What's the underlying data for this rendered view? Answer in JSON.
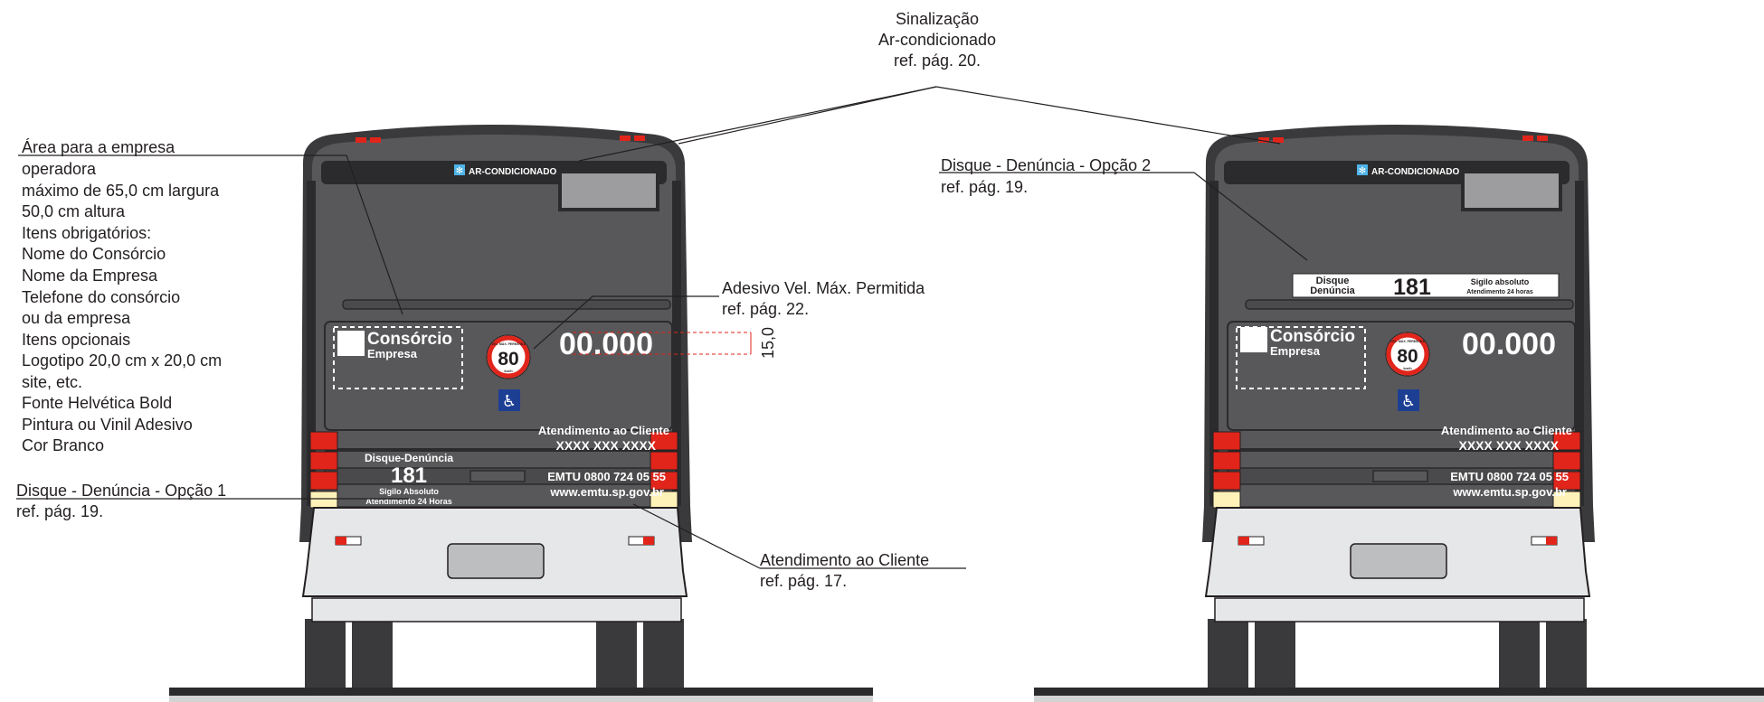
{
  "callouts": {
    "signage": [
      "Sinalização",
      "Ar-condicionado",
      "ref. pág. 20."
    ],
    "operator_area": [
      "Área para a empresa",
      "operadora",
      "máximo de 65,0 cm largura",
      "50,0 cm altura",
      "Itens obrigatórios:",
      "Nome do Consórcio",
      "Nome da Empresa",
      "Telefone do consórcio",
      "ou da empresa",
      "Itens opcionais",
      "Logotipo 20,0 cm x 20,0 cm",
      "site, etc.",
      "Fonte Helvética Bold",
      "Pintura ou Vinil Adesivo",
      "Cor Branco"
    ],
    "speed_sticker": [
      "Adesivo Vel. Máx. Permitida",
      "ref. pág. 22."
    ],
    "dimension": "15,0",
    "denuncia_opt1": [
      "Disque - Denúncia - Opção 1",
      "ref. pág. 19."
    ],
    "customer_service": [
      "Atendimento ao Cliente",
      "ref. pág. 17."
    ],
    "denuncia_opt2": [
      "Disque - Denúncia - Opção 2",
      "ref. pág. 19."
    ]
  },
  "bus": {
    "ac_label": "AR-CONDICIONADO",
    "consortium": "Consórcio",
    "company": "Empresa",
    "speed_limit": "80",
    "speed_small": "VEL. MÁX. PERMITIDA",
    "speed_unit": "km/h",
    "fleet_number": "00.000",
    "service_title": "Atendimento ao Cliente",
    "service_phone": "XXXX XXX XXXX",
    "emtu_phone": "EMTU 0800 724 05 55",
    "emtu_site": "www.emtu.sp.gov.br",
    "denuncia_label": "Disque-Denúncia",
    "denuncia_number": "181",
    "sigilo": "Sigilo Absoluto",
    "atendimento24": "Atendimento 24 Horas",
    "banner_denuncia_1": "Disque",
    "banner_denuncia_2": "Denúncia",
    "banner_number": "181",
    "banner_sigilo": "Sigilo absoluto",
    "banner_24h": "Atendimento 24 horas",
    "wheelchair_icon": "wheelchair-icon"
  },
  "colors": {
    "body": "#58585a",
    "dark": "#2b2b2d",
    "tail_red": "#e1251b",
    "amber": "#fff2b8",
    "bumper": "#e6e7e8",
    "access_blue": "#1c3f94",
    "ground": "#2b2b2d"
  }
}
